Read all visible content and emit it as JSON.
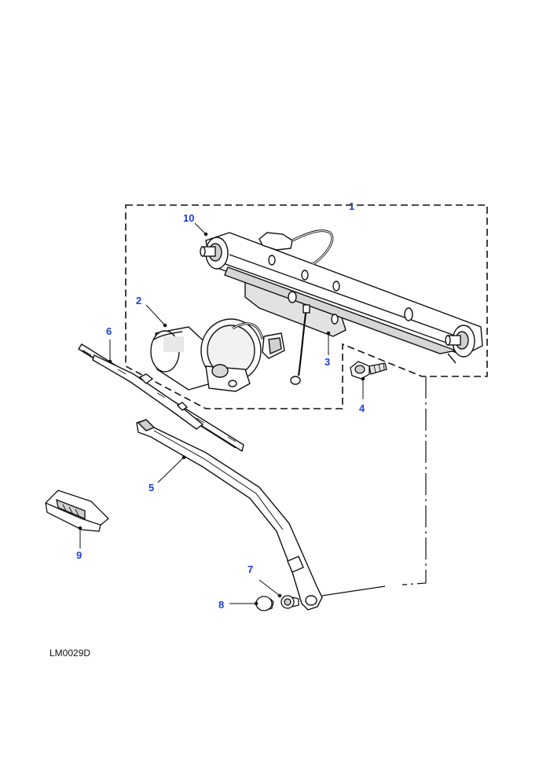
{
  "callouts": {
    "c1": "1",
    "c2": "2",
    "c3": "3",
    "c4": "4",
    "c5": "5",
    "c6": "6",
    "c7": "7",
    "c8": "8",
    "c9": "9",
    "c10": "10"
  },
  "reference_code": "LM0029D",
  "colors": {
    "callout": "#1a3fd6",
    "line": "#111111",
    "fill": "#ffffff",
    "shade": "#bdbdbd"
  }
}
